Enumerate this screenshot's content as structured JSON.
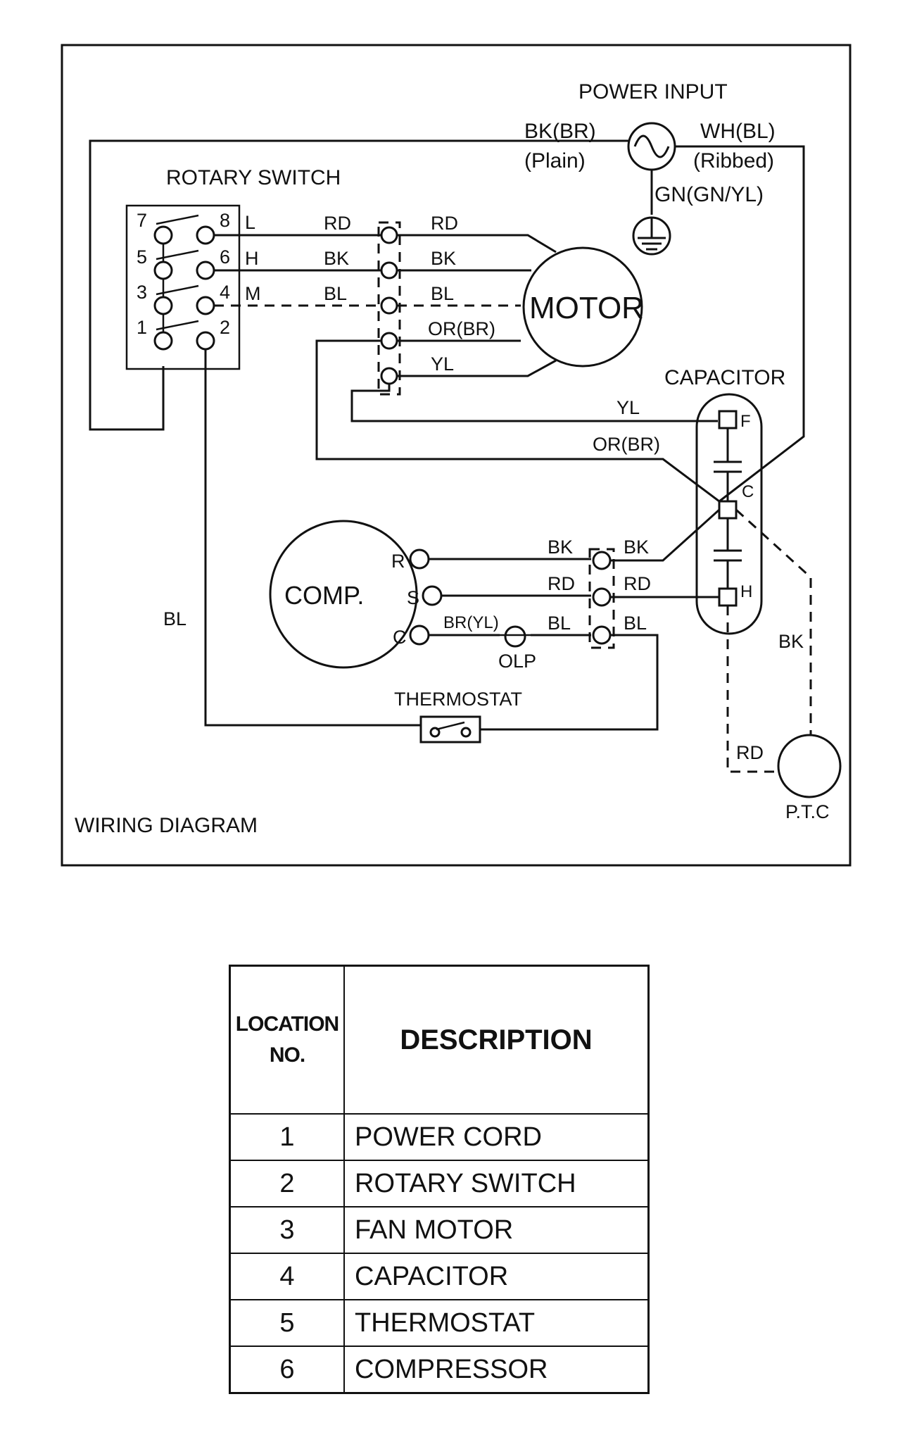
{
  "diagram": {
    "title": "WIRING DIAGRAM",
    "power_input": {
      "label": "POWER INPUT",
      "left_wire": "BK(BR)",
      "left_note": "(Plain)",
      "right_wire": "WH(BL)",
      "right_note": "(Ribbed)",
      "ground_wire": "GN(GN/YL)"
    },
    "rotary_switch": {
      "label": "ROTARY SWITCH",
      "terminals": [
        "7",
        "8",
        "5",
        "6",
        "3",
        "4",
        "1",
        "2"
      ],
      "speeds": [
        "L",
        "H",
        "M"
      ]
    },
    "motor": {
      "label": "MOTOR",
      "left_wires": [
        "RD",
        "BK",
        "BL"
      ],
      "right_wires": [
        "RD",
        "BK",
        "BL",
        "OR(BR)",
        "YL"
      ]
    },
    "capacitor": {
      "label": "CAPACITOR",
      "terminals": [
        "F",
        "C",
        "H"
      ],
      "wires": [
        "YL",
        "OR(BR)"
      ]
    },
    "compressor": {
      "label": "COMP.",
      "terminals": [
        "R",
        "S",
        "C"
      ],
      "wire_br": "BR(YL)",
      "olp": "OLP",
      "left_wires": [
        "BK",
        "RD",
        "BL"
      ],
      "right_wires": [
        "BK",
        "RD",
        "BL"
      ]
    },
    "thermostat": "THERMOSTAT",
    "bl_wire": "BL",
    "bk_wire": "BK",
    "rd_wire": "RD",
    "ptc": "P.T.C"
  },
  "legend": {
    "header_location_line1": "LOCATION",
    "header_location_line2": "NO.",
    "header_description": "DESCRIPTION",
    "rows": [
      {
        "no": "1",
        "description": "POWER CORD"
      },
      {
        "no": "2",
        "description": "ROTARY SWITCH"
      },
      {
        "no": "3",
        "description": "FAN MOTOR"
      },
      {
        "no": "4",
        "description": "CAPACITOR"
      },
      {
        "no": "5",
        "description": "THERMOSTAT"
      },
      {
        "no": "6",
        "description": "COMPRESSOR"
      }
    ]
  }
}
